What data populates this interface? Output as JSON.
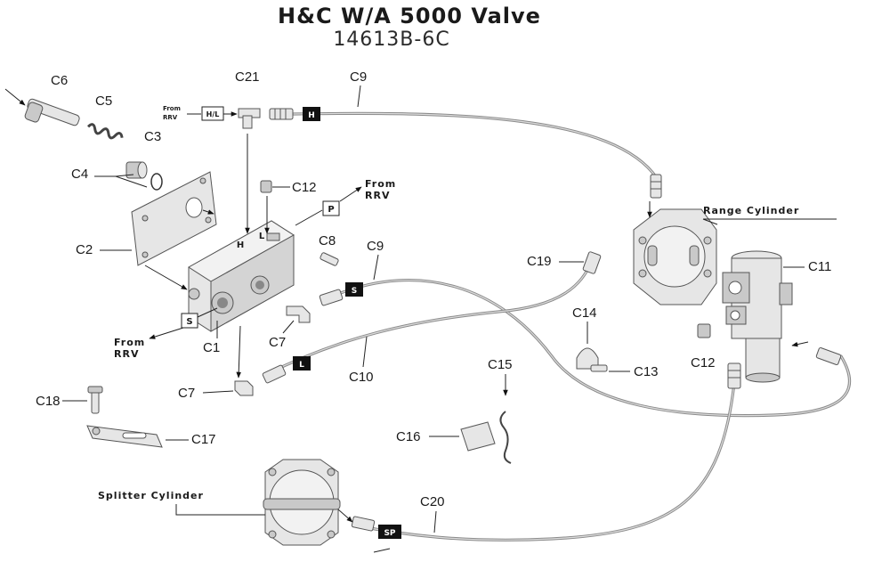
{
  "title": "H&C W/A 5000 Valve",
  "subtitle": "14613B-6C",
  "labels": {
    "c1": "C1",
    "c2": "C2",
    "c3": "C3",
    "c4": "C4",
    "c5": "C5",
    "c6": "C6",
    "c7a": "C7",
    "c7b": "C7",
    "c8": "C8",
    "c9a": "C9",
    "c9b": "C9",
    "c10": "C10",
    "c11": "C11",
    "c12a": "C12",
    "c12b": "C12",
    "c13": "C13",
    "c14": "C14",
    "c15": "C15",
    "c16": "C16",
    "c17": "C17",
    "c18": "C18",
    "c19": "C19",
    "c20": "C20",
    "c21": "C21"
  },
  "callouts": {
    "range_cylinder": "Range Cylinder",
    "splitter_cylinder": "Splitter Cylinder",
    "from": "From",
    "rrv": "RRV"
  },
  "tags": {
    "hl": "H/L",
    "p": "P",
    "s_box": "S",
    "h": "H",
    "s": "S",
    "l": "L",
    "sp": "SP"
  },
  "body_letters": {
    "h": "H",
    "l": "L"
  }
}
